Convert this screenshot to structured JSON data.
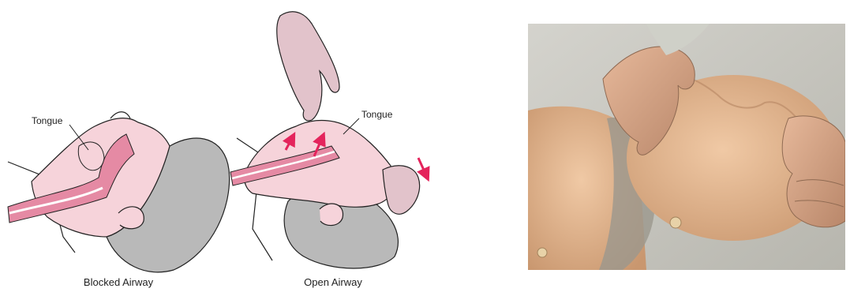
{
  "diagram": {
    "left": {
      "tongue_label": "Tongue",
      "caption": "Blocked Airway"
    },
    "right": {
      "tongue_label": "Tongue",
      "caption": "Open Airway"
    },
    "colors": {
      "skin": "#f6d3da",
      "skin_outline": "#222222",
      "airway": "#e58aa4",
      "hair": "#b9b9b9",
      "arrow": "#e4245c"
    }
  },
  "photo": {
    "colors": {
      "background": "#c9c8c2",
      "manikin_skin": "#e3b996",
      "hand": "#d9a98a",
      "neck_shadow": "#8f8b82"
    }
  }
}
